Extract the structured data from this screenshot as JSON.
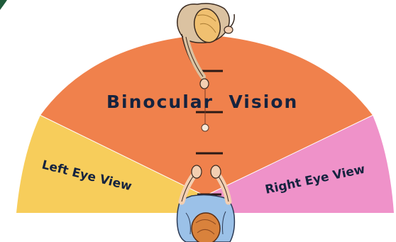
{
  "diagram": {
    "labels": {
      "binocular": "Binocular  Vision",
      "left_eye": "Left Eye View",
      "right_eye": "Right Eye View"
    },
    "colors": {
      "binocular_region": "#f0814c",
      "left_region": "#f7cd5b",
      "right_region": "#ef92c9",
      "outline": "#ffffff",
      "text": "#15233f",
      "corner_accent": "#1f5b3a"
    },
    "figures": {
      "top_person": "person-top-view-icon",
      "bottom_person": "person-top-view-icon"
    }
  }
}
